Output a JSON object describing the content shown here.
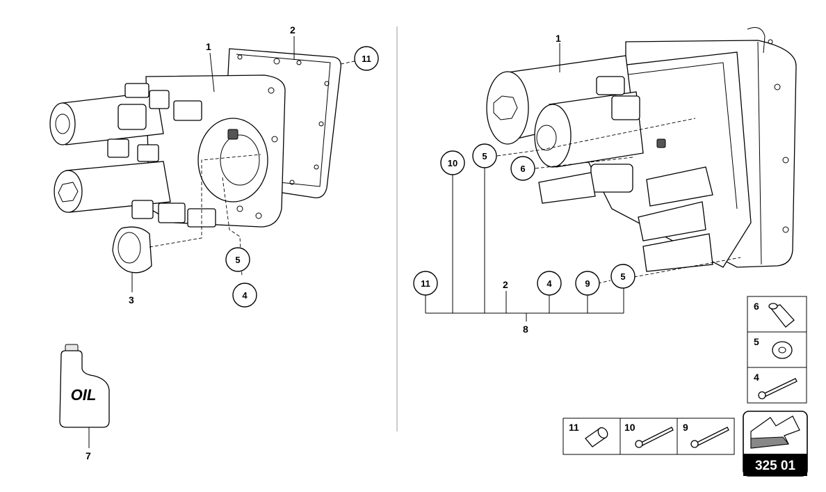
{
  "left_view": {
    "labels": {
      "l1": "1",
      "l2": "2",
      "l3": "3",
      "l7": "7"
    },
    "callouts": {
      "c11": "11",
      "c5": "5",
      "c4": "4"
    },
    "oil_text": "OIL"
  },
  "right_view": {
    "labels": {
      "l1": "1",
      "l2": "2",
      "l8": "8"
    },
    "callouts": {
      "c10": "10",
      "c5a": "5",
      "c6": "6",
      "c11": "11",
      "c4": "4",
      "c9": "9",
      "c5b": "5"
    }
  },
  "legend_right": {
    "item6": "6",
    "item5": "5",
    "item4": "4"
  },
  "legend_bottom": {
    "item11": "11",
    "item10": "10",
    "item9": "9"
  },
  "page_ref": "325 01"
}
